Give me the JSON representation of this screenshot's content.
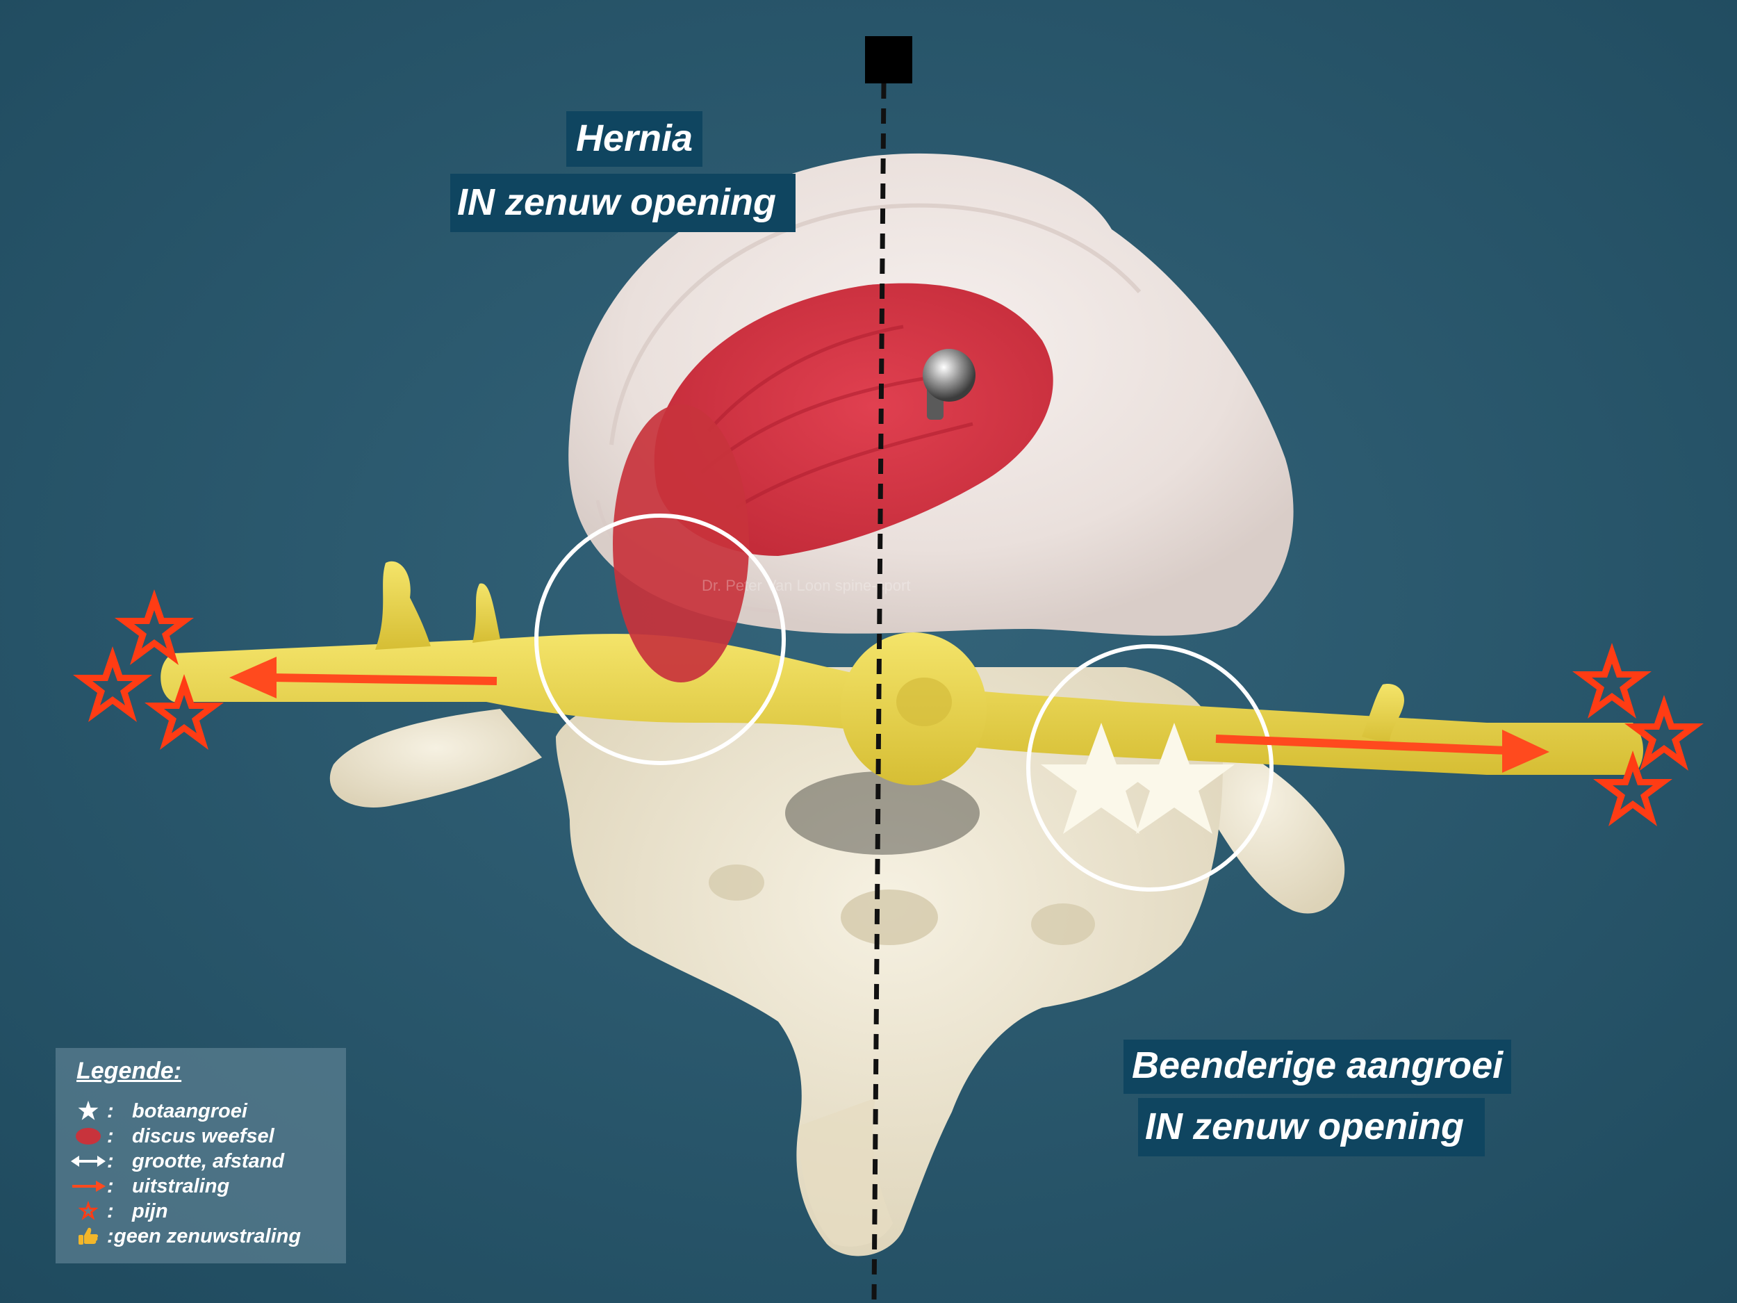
{
  "labels": {
    "hernia_title": "Hernia",
    "hernia_subtitle": "IN zenuw opening",
    "bony_title": "Beenderige aangroei",
    "bony_subtitle": "IN zenuw opening"
  },
  "watermark": "Dr. Peter Van Loon spine-sport",
  "legend": {
    "title": "Legende:",
    "items": [
      {
        "icon": "star-icon",
        "colon": ":",
        "label": "botaangroei"
      },
      {
        "icon": "red-ellipse-icon",
        "colon": ":",
        "label": "discus weefsel"
      },
      {
        "icon": "double-arrow-icon",
        "colon": ":",
        "label": "grootte, afstand"
      },
      {
        "icon": "red-arrow-icon",
        "colon": ":",
        "label": "uitstraling"
      },
      {
        "icon": "pain-star-icon",
        "colon": ":",
        "label": "pijn"
      },
      {
        "icon": "thumbs-up-icon",
        "colon": ":",
        "label": "geen zenuwstraling"
      }
    ]
  },
  "colors": {
    "background": "#2b566a",
    "label_box": "#0f4560",
    "disc_tissue": "#c8333c",
    "pain_star": "#ff3c14",
    "arrow": "#ff4a1e",
    "nerve": "#e8d64c",
    "bone": "#efe8d4"
  }
}
